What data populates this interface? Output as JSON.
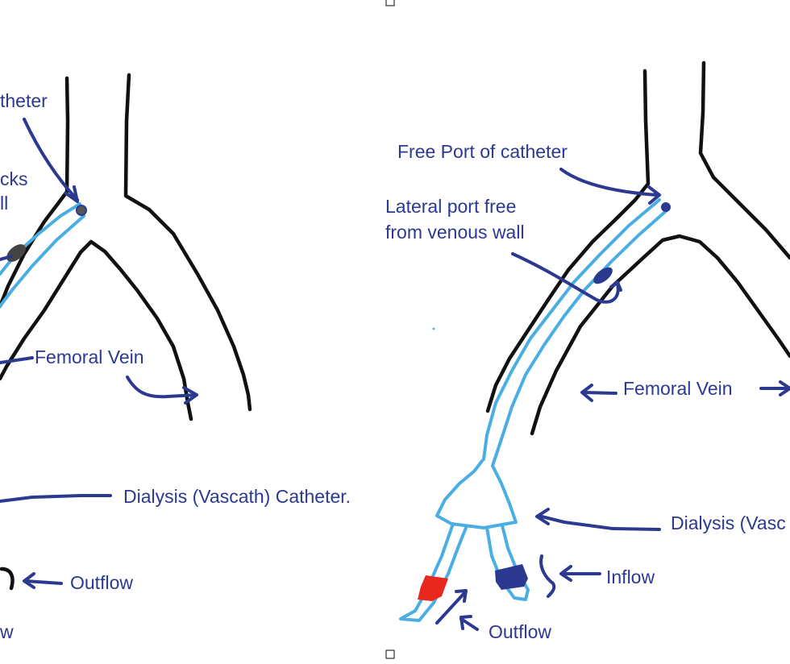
{
  "colors": {
    "label": "#2b3990",
    "vein_outline": "#111111",
    "catheter": "#4aaee3",
    "outflow_clamp": "#e8271e",
    "inflow_clamp": "#2b3990",
    "side_port_blocked": "#444444"
  },
  "left_panel": {
    "labels": {
      "catheter_top": "theter",
      "blocked_port_line1": "cks",
      "blocked_port_line2": "ll",
      "femoral_vein": "Femoral Vein",
      "dialysis_catheter": "Dialysis (Vascath) Catheter.",
      "outflow": "Outflow",
      "inflow_partial": "w"
    }
  },
  "right_panel": {
    "labels": {
      "free_port": "Free Port of catheter",
      "lateral_port_line1": "Lateral port free",
      "lateral_port_line2": "from venous wall",
      "femoral_vein": "Femoral Vein",
      "dialysis_catheter": "Dialysis (Vasc",
      "inflow": "Inflow",
      "outflow": "Outflow"
    }
  }
}
